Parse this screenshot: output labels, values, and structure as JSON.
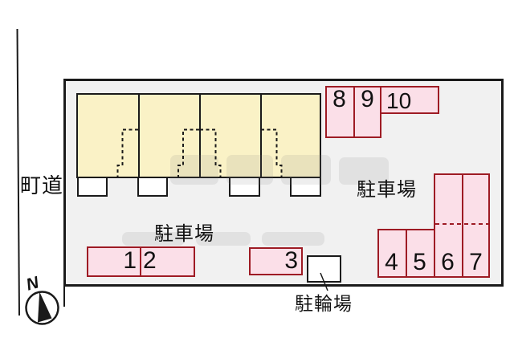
{
  "labels": {
    "road": "町道",
    "north": "N",
    "parking_lot_left": "駐車場",
    "parking_lot_right": "駐車場",
    "bicycle_parking": "駐輪場"
  },
  "spaces": {
    "s1": "1",
    "s2": "2",
    "s3": "3",
    "s4": "4",
    "s5": "5",
    "s6": "6",
    "s7": "7",
    "s8": "8",
    "s9": "9",
    "s10": "10"
  },
  "building": {
    "units": 4
  },
  "colors": {
    "site_fill": "#f1f1f1",
    "building_fill": "#faf2c6",
    "space_fill": "#fbdfe8",
    "space_border": "#9e1b24",
    "outline": "#1a1a1a"
  }
}
